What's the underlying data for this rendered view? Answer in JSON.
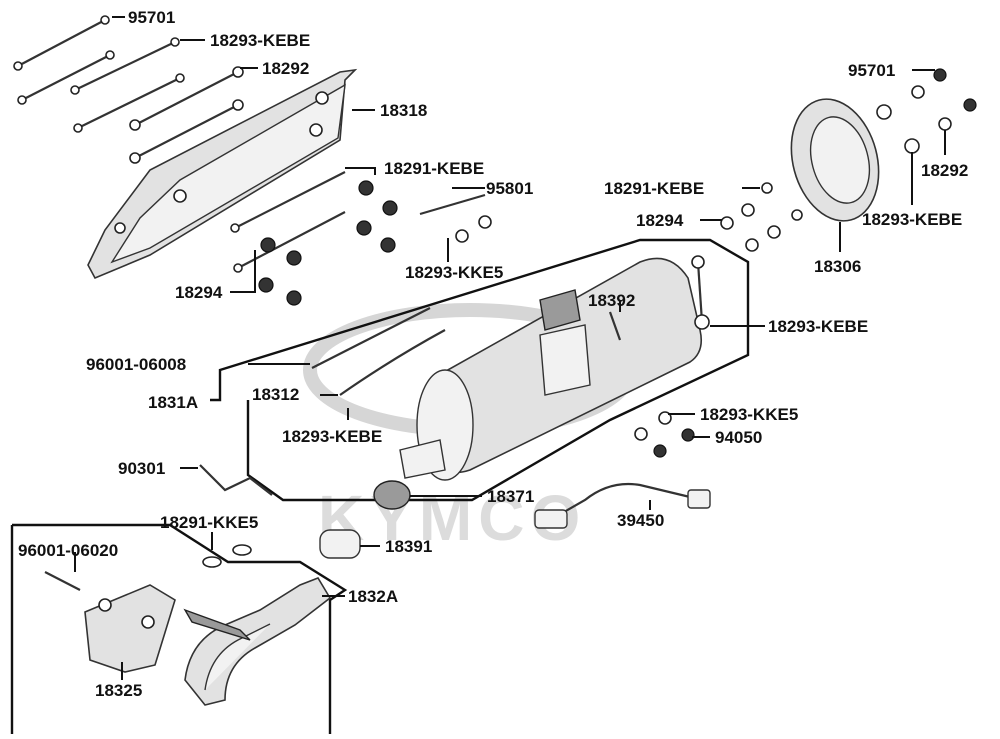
{
  "diagram": {
    "watermark": "KYMCO",
    "labels": {
      "l_95701_top": "95701",
      "l_18293_kebe_top": "18293-KEBE",
      "l_18292_top": "18292",
      "l_18318": "18318",
      "l_18291_kebe_mid": "18291-KEBE",
      "l_95801": "95801",
      "l_18293_kke5_mid": "18293-KKE5",
      "l_18294_left": "18294",
      "l_96001_06008": "96001-06008",
      "l_1831a": "1831A",
      "l_18312": "18312",
      "l_18293_kebe_lower": "18293-KEBE",
      "l_90301": "90301",
      "l_18291_kke5": "18291-KKE5",
      "l_96001_06020": "96001-06020",
      "l_18325": "18325",
      "l_1832a": "1832A",
      "l_18391": "18391",
      "l_18371": "18371",
      "l_39450": "39450",
      "l_94050": "94050",
      "l_18293_kke5_right": "18293-KKE5",
      "l_18293_kebe_right": "18293-KEBE",
      "l_18392": "18392",
      "l_18294_right": "18294",
      "l_18291_kebe_right": "18291-KEBE",
      "l_18306": "18306",
      "l_18293_kebe_topright": "18293-KEBE",
      "l_18292_right": "18292",
      "l_95701_right": "95701"
    }
  }
}
